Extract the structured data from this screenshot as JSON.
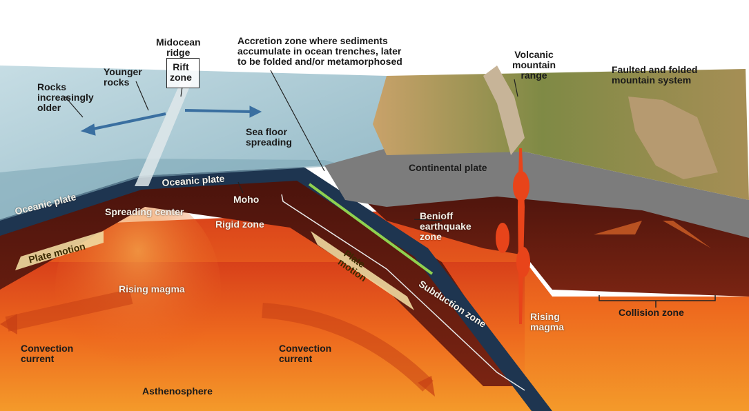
{
  "labels": {
    "midocean_ridge": "Midocean\nridge",
    "rift_zone": "Rift\nzone",
    "younger_rocks": "Younger\nrocks",
    "rocks_older": "Rocks\nincreasingly\nolder",
    "accretion_zone": "Accretion zone where sediments\naccumulate in ocean trenches, later\nto be folded and/or metamorphosed",
    "volcanic_range": "Volcanic\nmountain\nrange",
    "faulted_folded": "Faulted and folded\nmountain system",
    "sea_floor_spreading": "Sea floor\nspreading",
    "continental_plate": "Continental plate",
    "oceanic_plate_left": "Oceanic plate",
    "oceanic_plate_center": "Oceanic plate",
    "moho": "Moho",
    "spreading_center": "Spreading center",
    "rigid_zone": "Rigid zone",
    "benioff_zone": "Benioff\nearthquake\nzone",
    "plate_motion_left": "Plate motion",
    "plate_motion_right": "Plate\nmotion",
    "subduction_zone": "Subduction zone",
    "rising_magma_left": "Rising magma",
    "rising_magma_right": "Rising\nmagma",
    "collision_zone": "Collision zone",
    "convection_left": "Convection\ncurrent",
    "convection_center": "Convection\ncurrent",
    "asthenosphere": "Asthenosphere"
  },
  "colors": {
    "ocean_surface": "#a9cbd6",
    "ocean_deep": "#7fa9b8",
    "oceanic_plate": "#1e3550",
    "lithosphere": "#5a1a10",
    "magma": "#e8501c",
    "asthenosphere": "#f07a22",
    "continental_plate": "#7c7c7c",
    "land": "#9b8a4e",
    "highlight_line": "#8fd14f"
  }
}
